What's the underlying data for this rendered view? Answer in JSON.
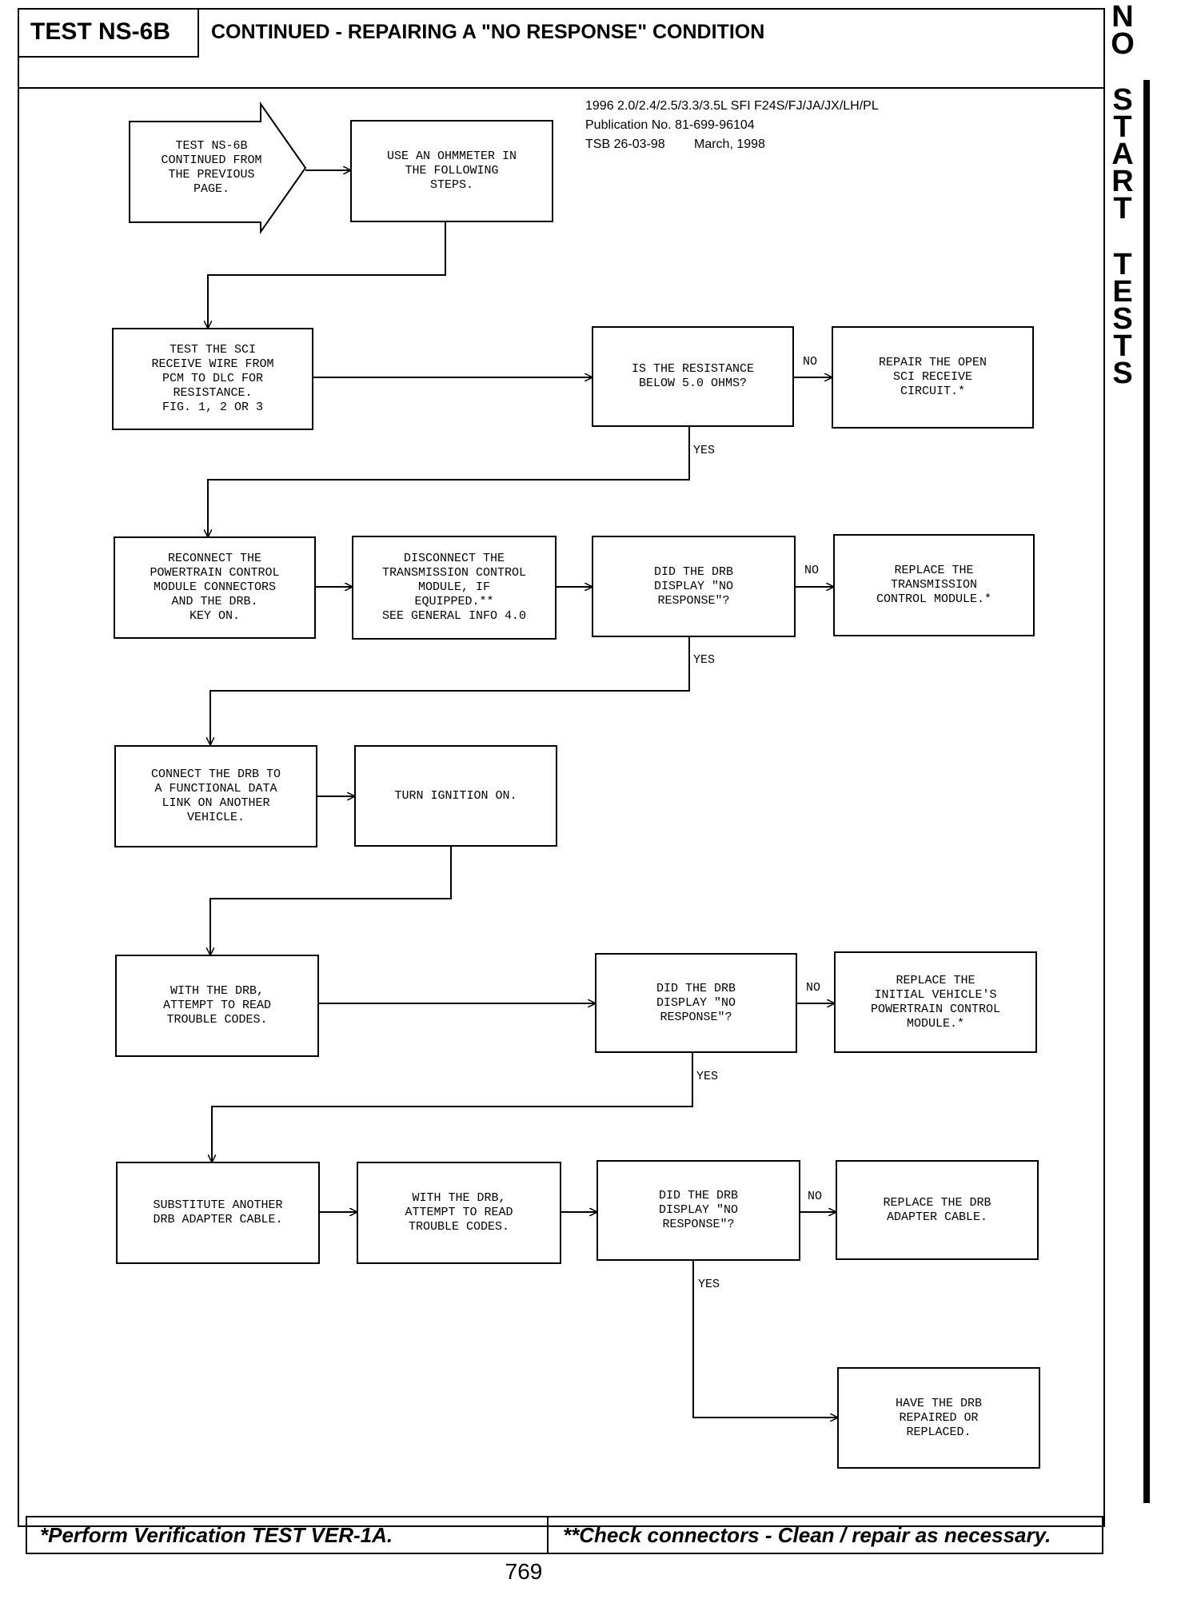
{
  "header": {
    "test_id": "TEST NS-6B",
    "title": "CONTINUED - REPAIRING A \"NO RESPONSE\" CONDITION",
    "publication": {
      "line1": "1996 2.0/2.4/2.5/3.3/3.5L SFI F24S/FJ/JA/JX/LH/PL",
      "line2": "Publication No. 81-699-96104",
      "line3_tsb": "TSB 26-03-98",
      "line3_date": "March, 1998"
    }
  },
  "side_tab": {
    "word1": [
      "N",
      "O"
    ],
    "word2": [
      "S",
      "T",
      "A",
      "R",
      "T"
    ],
    "word3": [
      "T",
      "E",
      "S",
      "T",
      "S"
    ]
  },
  "flowchart": {
    "start": "TEST NS-6B\nCONTINUED FROM\nTHE PREVIOUS\nPAGE.",
    "use_ohmmeter": "USE AN OHMMETER IN\nTHE FOLLOWING\nSTEPS.",
    "test_sci": "TEST THE SCI\nRECEIVE WIRE FROM\nPCM TO DLC FOR\nRESISTANCE.\nFIG. 1, 2 OR 3",
    "q_resistance": "IS THE RESISTANCE\nBELOW 5.0 OHMS?",
    "repair_open": "REPAIR THE OPEN\nSCI RECEIVE\nCIRCUIT.*",
    "reconnect": "RECONNECT THE\nPOWERTRAIN CONTROL\nMODULE CONNECTORS\nAND THE DRB.\nKEY ON.",
    "disconnect_tcm": "DISCONNECT THE\nTRANSMISSION CONTROL\nMODULE, IF\nEQUIPPED.**\nSEE GENERAL INFO 4.0",
    "q_drb1": "DID THE DRB\nDISPLAY \"NO\nRESPONSE\"?",
    "replace_tcm": "REPLACE THE\nTRANSMISSION\nCONTROL MODULE.*",
    "connect_other": "CONNECT THE DRB TO\nA FUNCTIONAL DATA\nLINK ON ANOTHER\nVEHICLE.",
    "turn_ignition": "TURN IGNITION ON.",
    "read_codes1": "WITH THE DRB,\nATTEMPT TO READ\nTROUBLE CODES.",
    "q_drb2": "DID THE DRB\nDISPLAY \"NO\nRESPONSE\"?",
    "replace_pcm": "REPLACE THE\nINITIAL VEHICLE'S\nPOWERTRAIN CONTROL\nMODULE.*",
    "substitute_cable": "SUBSTITUTE ANOTHER\nDRB ADAPTER CABLE.",
    "read_codes2": "WITH THE DRB,\nATTEMPT TO READ\nTROUBLE CODES.",
    "q_drb3": "DID THE DRB\nDISPLAY \"NO\nRESPONSE\"?",
    "replace_cable": "REPLACE THE DRB\nADAPTER CABLE.",
    "have_drb": "HAVE THE DRB\nREPAIRED OR\nREPLACED.",
    "label_yes": "YES",
    "label_no": "NO"
  },
  "footer": {
    "left": "*Perform Verification TEST VER-1A.",
    "right": "**Check connectors - Clean / repair as necessary."
  },
  "page_number": "769"
}
